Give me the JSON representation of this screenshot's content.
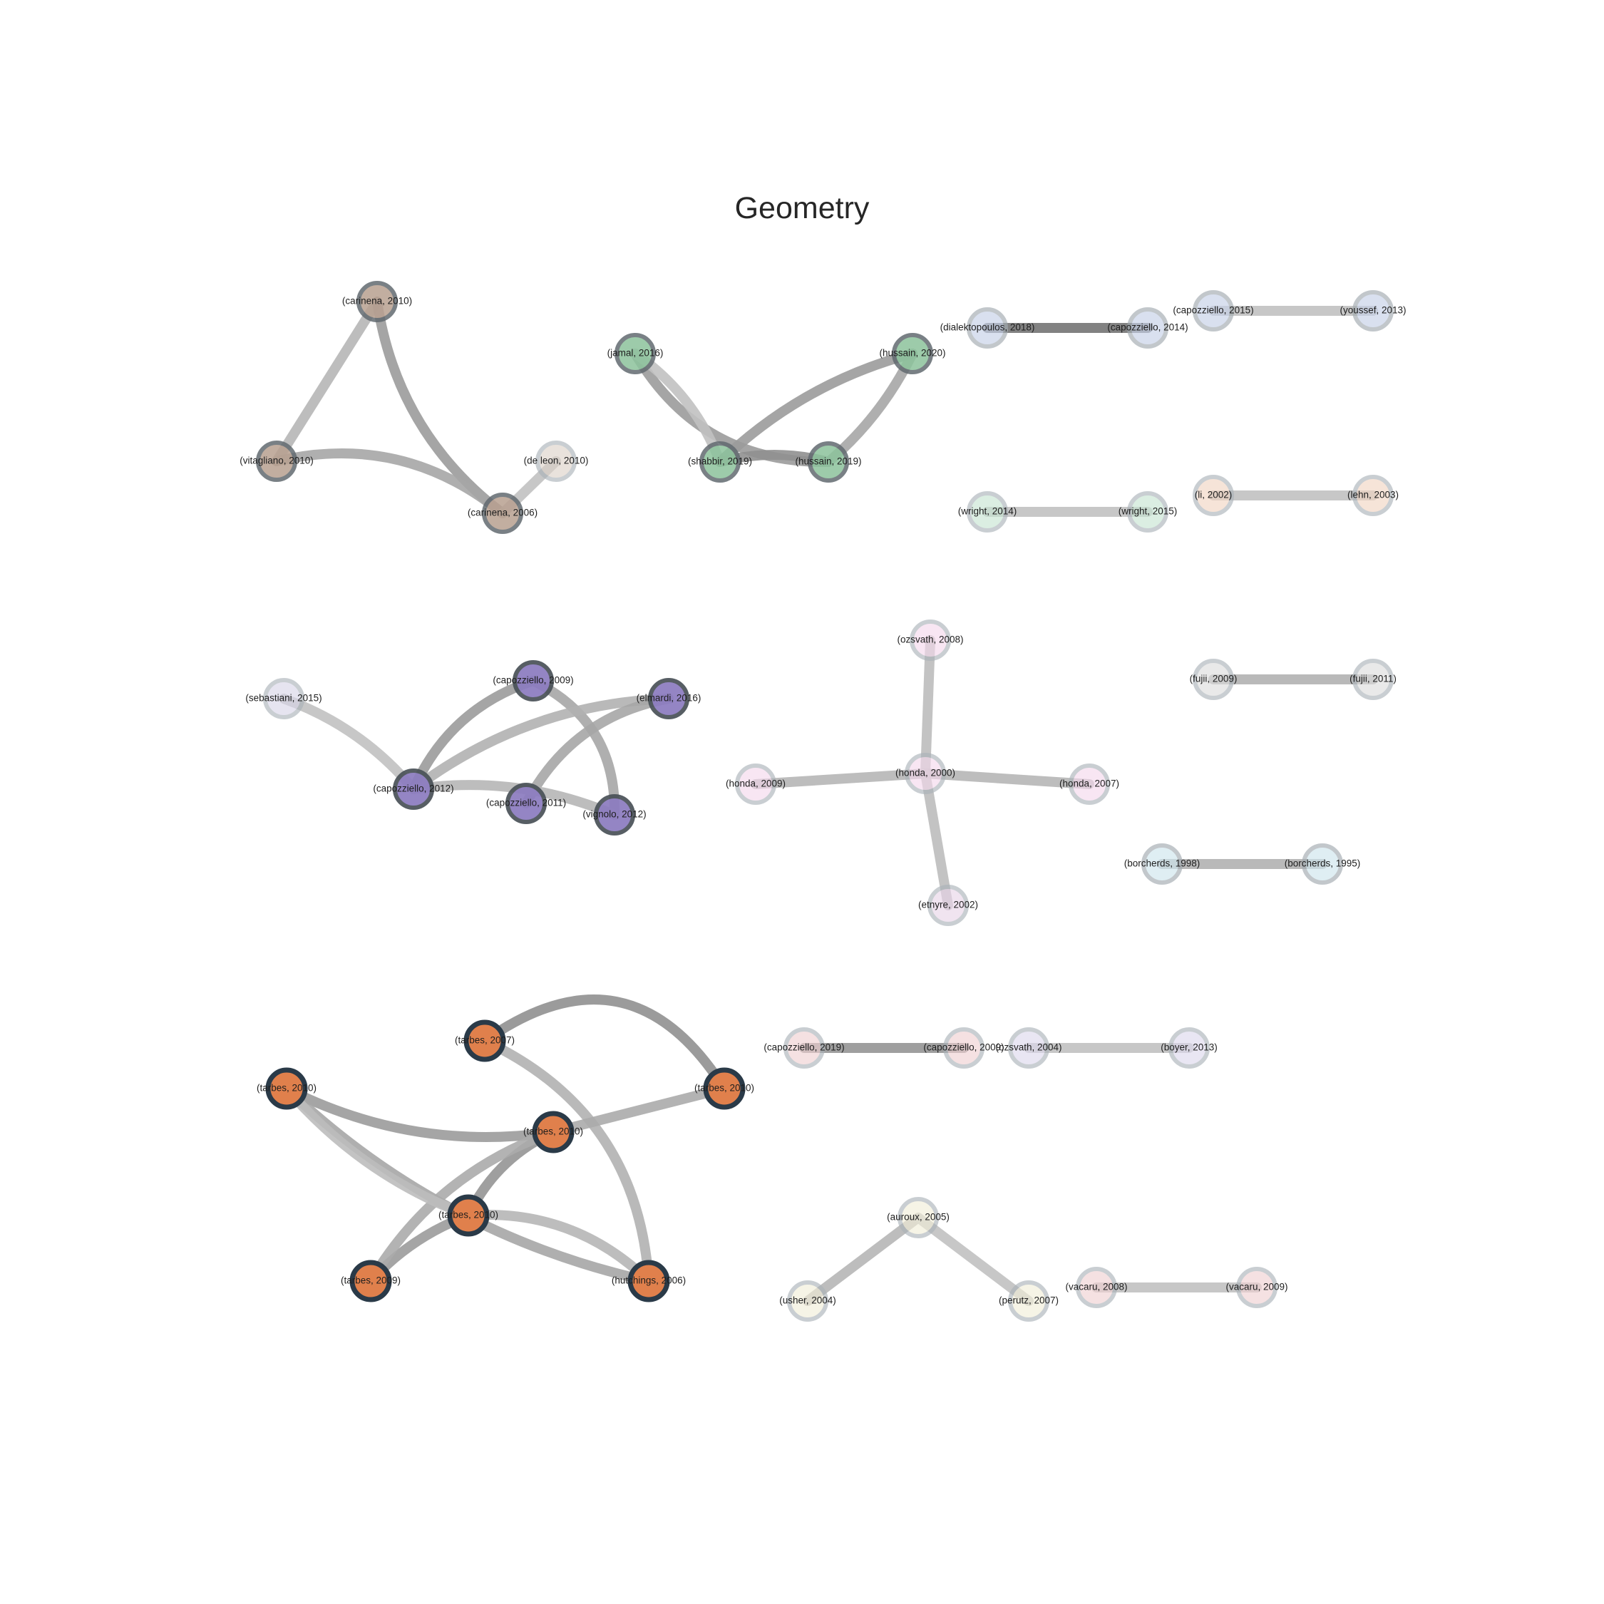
{
  "title": "Geometry",
  "nodes": [
    {
      "id": "n1",
      "label": "(carinena, 2010)",
      "color": "#b8a090",
      "weight": 0.7
    },
    {
      "id": "n2",
      "label": "(vitagliano, 2010)",
      "color": "#b8a090",
      "weight": 0.7
    },
    {
      "id": "n3",
      "label": "(carinena, 2006)",
      "color": "#b8a090",
      "weight": 0.7
    },
    {
      "id": "n4",
      "label": "(de leon, 2010)",
      "color": "#ddd2c8",
      "weight": 0.25
    },
    {
      "id": "n5",
      "label": "(jamal, 2016)",
      "color": "#8cc39c",
      "weight": 0.7
    },
    {
      "id": "n6",
      "label": "(hussain, 2020)",
      "color": "#8cc39c",
      "weight": 0.7
    },
    {
      "id": "n7",
      "label": "(shabbir, 2019)",
      "color": "#8cc39c",
      "weight": 0.7
    },
    {
      "id": "n8",
      "label": "(hussain, 2019)",
      "color": "#8cc39c",
      "weight": 0.7
    },
    {
      "id": "n9",
      "label": "(dialektopoulos, 2018)",
      "color": "#c6d1e8",
      "weight": 0.3
    },
    {
      "id": "n10",
      "label": "(capozziello, 2014)",
      "color": "#c6d1e8",
      "weight": 0.3
    },
    {
      "id": "n11",
      "label": "(capozziello, 2015)",
      "color": "#c6d1e8",
      "weight": 0.3
    },
    {
      "id": "n12",
      "label": "(youssef, 2013)",
      "color": "#c6d1e8",
      "weight": 0.3
    },
    {
      "id": "n13",
      "label": "(wright, 2014)",
      "color": "#c6e4d2",
      "weight": 0.25
    },
    {
      "id": "n14",
      "label": "(wright, 2015)",
      "color": "#c6e4d2",
      "weight": 0.25
    },
    {
      "id": "n15",
      "label": "(li, 2002)",
      "color": "#f2d4c2",
      "weight": 0.25
    },
    {
      "id": "n16",
      "label": "(lehn, 2003)",
      "color": "#f2d4c2",
      "weight": 0.25
    },
    {
      "id": "n17",
      "label": "(sebastiani, 2015)",
      "color": "#d8d4e8",
      "weight": 0.25
    },
    {
      "id": "n18",
      "label": "(capozziello, 2009)",
      "color": "#8c7cc0",
      "weight": 0.85
    },
    {
      "id": "n19",
      "label": "(elmardi, 2016)",
      "color": "#8c7cc0",
      "weight": 0.85
    },
    {
      "id": "n20",
      "label": "(capozziello, 2012)",
      "color": "#8c7cc0",
      "weight": 0.85
    },
    {
      "id": "n21",
      "label": "(capozziello, 2011)",
      "color": "#8c7cc0",
      "weight": 0.85
    },
    {
      "id": "n22",
      "label": "(vignolo, 2012)",
      "color": "#8c7cc0",
      "weight": 0.85
    },
    {
      "id": "n23",
      "label": "(ozsvath, 2008)",
      "color": "#f4d8ec",
      "weight": 0.25
    },
    {
      "id": "n24",
      "label": "(honda, 2009)",
      "color": "#f4d8ec",
      "weight": 0.25
    },
    {
      "id": "n25",
      "label": "(honda, 2000)",
      "color": "#f4d8ec",
      "weight": 0.25
    },
    {
      "id": "n26",
      "label": "(honda, 2007)",
      "color": "#f4d8ec",
      "weight": 0.25
    },
    {
      "id": "n27",
      "label": "(etnyre, 2002)",
      "color": "#e8d4e8",
      "weight": 0.25
    },
    {
      "id": "n28",
      "label": "(fujii, 2009)",
      "color": "#dcdcdc",
      "weight": 0.25
    },
    {
      "id": "n29",
      "label": "(fujii, 2011)",
      "color": "#dcdcdc",
      "weight": 0.25
    },
    {
      "id": "n30",
      "label": "(borcherds, 1998)",
      "color": "#cfe6ee",
      "weight": 0.3
    },
    {
      "id": "n31",
      "label": "(borcherds, 1995)",
      "color": "#cfe6ee",
      "weight": 0.3
    },
    {
      "id": "n32",
      "label": "(tarbes, 2007)",
      "color": "#e0804c",
      "weight": 1.0
    },
    {
      "id": "n33",
      "label": "(tarbes, 2010)",
      "color": "#e0804c",
      "weight": 1.0
    },
    {
      "id": "n34",
      "label": "(tarbes, 2010)",
      "color": "#e0804c",
      "weight": 1.0
    },
    {
      "id": "n35",
      "label": "(tarbes, 2010)",
      "color": "#e0804c",
      "weight": 1.0
    },
    {
      "id": "n36",
      "label": "(tarbes, 2010)",
      "color": "#e0804c",
      "weight": 1.0
    },
    {
      "id": "n37",
      "label": "(tarbes, 2009)",
      "color": "#e0804c",
      "weight": 1.0
    },
    {
      "id": "n38",
      "label": "(hutchings, 2006)",
      "color": "#e0804c",
      "weight": 1.0
    },
    {
      "id": "n39",
      "label": "(capozziello, 2019)",
      "color": "#f0d0d2",
      "weight": 0.25
    },
    {
      "id": "n40",
      "label": "(capozziello, 2009)",
      "color": "#f0d0d2",
      "weight": 0.25
    },
    {
      "id": "n41",
      "label": "(ozsvath, 2004)",
      "color": "#dcd8ec",
      "weight": 0.25
    },
    {
      "id": "n42",
      "label": "(boyer, 2013)",
      "color": "#dcd8ec",
      "weight": 0.25
    },
    {
      "id": "n43",
      "label": "(auroux, 2005)",
      "color": "#f2eed8",
      "weight": 0.25
    },
    {
      "id": "n44",
      "label": "(usher, 2004)",
      "color": "#f2eed8",
      "weight": 0.25
    },
    {
      "id": "n45",
      "label": "(perutz, 2007)",
      "color": "#f2eed8",
      "weight": 0.25
    },
    {
      "id": "n46",
      "label": "(vacaru, 2008)",
      "color": "#f0d0d2",
      "weight": 0.25
    },
    {
      "id": "n47",
      "label": "(vacaru, 2009)",
      "color": "#f0d0d2",
      "weight": 0.25
    }
  ],
  "edges": [
    {
      "source": "n1",
      "target": "n2",
      "strength": 0.3
    },
    {
      "source": "n1",
      "target": "n3",
      "strength": 0.55
    },
    {
      "source": "n2",
      "target": "n3",
      "strength": 0.45
    },
    {
      "source": "n3",
      "target": "n4",
      "strength": 0.2
    },
    {
      "source": "n5",
      "target": "n8",
      "strength": 0.55
    },
    {
      "source": "n5",
      "target": "n7",
      "strength": 0.2
    },
    {
      "source": "n7",
      "target": "n8",
      "strength": 0.65
    },
    {
      "source": "n6",
      "target": "n7",
      "strength": 0.55
    },
    {
      "source": "n6",
      "target": "n8",
      "strength": 0.45
    },
    {
      "source": "n9",
      "target": "n10",
      "strength": 0.9
    },
    {
      "source": "n11",
      "target": "n12",
      "strength": 0.2
    },
    {
      "source": "n13",
      "target": "n14",
      "strength": 0.2
    },
    {
      "source": "n15",
      "target": "n16",
      "strength": 0.2
    },
    {
      "source": "n17",
      "target": "n20",
      "strength": 0.2
    },
    {
      "source": "n18",
      "target": "n20",
      "strength": 0.55
    },
    {
      "source": "n18",
      "target": "n22",
      "strength": 0.45
    },
    {
      "source": "n19",
      "target": "n20",
      "strength": 0.35
    },
    {
      "source": "n19",
      "target": "n21",
      "strength": 0.45
    },
    {
      "source": "n20",
      "target": "n22",
      "strength": 0.3
    },
    {
      "source": "n23",
      "target": "n25",
      "strength": 0.25
    },
    {
      "source": "n24",
      "target": "n25",
      "strength": 0.3
    },
    {
      "source": "n25",
      "target": "n26",
      "strength": 0.3
    },
    {
      "source": "n25",
      "target": "n27",
      "strength": 0.25
    },
    {
      "source": "n28",
      "target": "n29",
      "strength": 0.35
    },
    {
      "source": "n30",
      "target": "n31",
      "strength": 0.35
    },
    {
      "source": "n33",
      "target": "n34",
      "strength": 0.55
    },
    {
      "source": "n33",
      "target": "n38",
      "strength": 0.45
    },
    {
      "source": "n32",
      "target": "n36",
      "strength": 0.65
    },
    {
      "source": "n32",
      "target": "n38",
      "strength": 0.35
    },
    {
      "source": "n34",
      "target": "n35",
      "strength": 0.6
    },
    {
      "source": "n35",
      "target": "n37",
      "strength": 0.55
    },
    {
      "source": "n34",
      "target": "n37",
      "strength": 0.4
    },
    {
      "source": "n35",
      "target": "n38",
      "strength": 0.3
    },
    {
      "source": "n33",
      "target": "n35",
      "strength": 0.25
    },
    {
      "source": "n36",
      "target": "n34",
      "strength": 0.4
    },
    {
      "source": "n39",
      "target": "n40",
      "strength": 0.6
    },
    {
      "source": "n41",
      "target": "n42",
      "strength": 0.2
    },
    {
      "source": "n43",
      "target": "n44",
      "strength": 0.3
    },
    {
      "source": "n43",
      "target": "n45",
      "strength": 0.2
    },
    {
      "source": "n46",
      "target": "n47",
      "strength": 0.2
    }
  ]
}
